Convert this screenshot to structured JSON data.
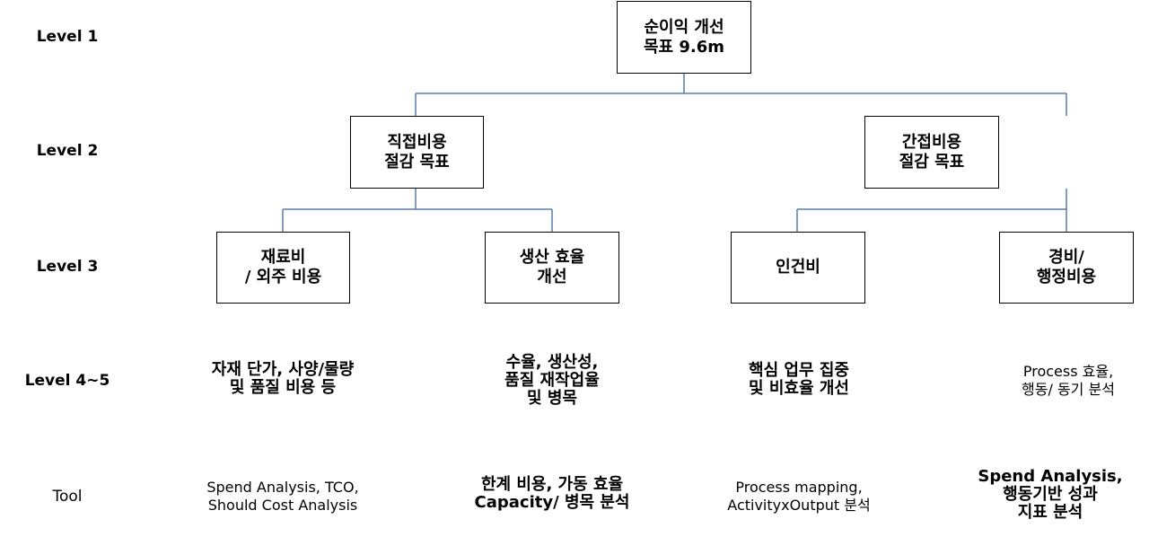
{
  "colors": {
    "connector": "#5b7ca8",
    "border": "#000000"
  },
  "levels": {
    "l1": "Level 1",
    "l2": "Level 2",
    "l3": "Level 3",
    "l45": "Level 4~5",
    "tool": "Tool"
  },
  "nodes": {
    "root": "순이익 개선\n목표 9.6m",
    "direct": "직접비용\n절감 목표",
    "indirect": "간접비용\n절감 목표",
    "material": "재료비\n/ 외주 비용",
    "production": "생산 효율\n개선",
    "labor": "인건비",
    "expense": "경비/\n행정비용"
  },
  "level45": {
    "material": "자재 단가, 사양/물량\n및 품질 비용 등",
    "production": "수율, 생산성,\n품질  재작업율\n및 병목",
    "labor": "핵심 업무 집중\n및 비효율 개선",
    "expense": "Process 효율,\n행동/ 동기 분석"
  },
  "tools": {
    "material": "Spend Analysis, TCO,\nShould Cost Analysis",
    "production": "한계 비용, 가동 효율\nCapacity/ 병목 분석",
    "labor": "Process mapping,\nActivityxOutput  분석",
    "expense": "Spend Analysis,\n행동기반 성과\n지표 분석"
  }
}
